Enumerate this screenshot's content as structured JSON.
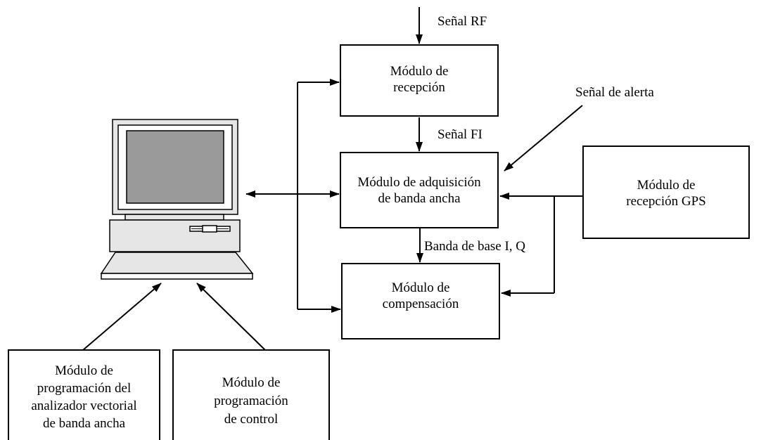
{
  "boxes": {
    "reception": {
      "lines": [
        "Módulo de",
        "recepción"
      ]
    },
    "acquisition": {
      "lines": [
        "Módulo de adquisición",
        "de banda ancha"
      ]
    },
    "compensation": {
      "lines": [
        "Módulo de",
        "compensación"
      ]
    },
    "gps": {
      "lines": [
        "Módulo de",
        "recepción GPS"
      ]
    },
    "analyzer_programming": {
      "lines": [
        "Módulo de",
        "programación del",
        "analizador vectorial",
        "de banda ancha"
      ]
    },
    "control_programming": {
      "lines": [
        "Módulo de",
        "programación",
        "de control"
      ]
    }
  },
  "labels": {
    "rf_signal": "Señal RF",
    "if_signal": "Señal FI",
    "alert_signal": "Señal de alerta",
    "baseband": "Banda de base I, Q"
  },
  "colors": {
    "line": "#000000",
    "monitor_screen": "#9a9a9a",
    "monitor_body": "#e6e6e6",
    "monitor_bezel": "#ffffff"
  },
  "icons": {
    "computer": "desktop-computer-icon"
  }
}
